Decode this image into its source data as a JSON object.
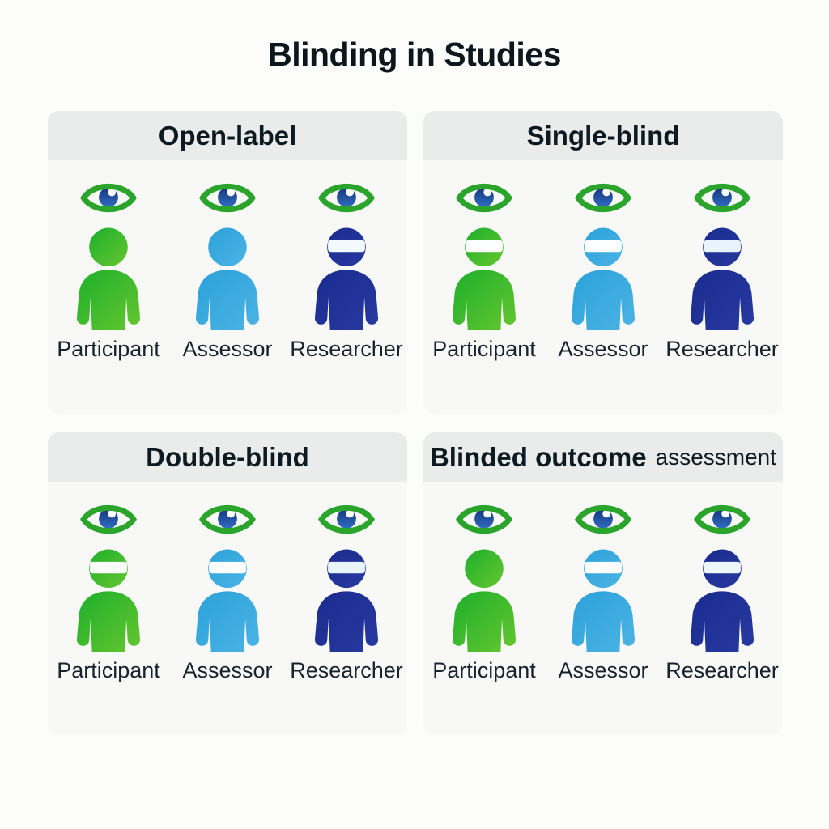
{
  "title": "Blinding in Studies",
  "colors": {
    "page_background": "#fcfcfa",
    "card_background": "#f8f9f7",
    "header_background": "#eaeceb",
    "heading_text": "#0c161d",
    "label_text": "#17232e",
    "participant_green": "#27b22b",
    "assessor_blue": "#35a5dc",
    "researcher_navy": "#1c2e92",
    "eye_outline_green": "#2aa42b",
    "eye_iris_blue": "#2a5cb0",
    "blindfold_white": "#fdfeff"
  },
  "panels": [
    {
      "title": "Open-label",
      "title_suffix": "",
      "figures": [
        {
          "role": "Participant",
          "color": "#27b22b",
          "blindfolded": false,
          "eye": "open"
        },
        {
          "role": "Assessor",
          "color": "#35a5dc",
          "blindfolded": false,
          "eye": "open"
        },
        {
          "role": "Researcher",
          "color": "#1c2e92",
          "blindfolded": true,
          "eye": "open"
        }
      ]
    },
    {
      "title": "Single-blind",
      "title_suffix": "",
      "figures": [
        {
          "role": "Participant",
          "color": "#27b22b",
          "blindfolded": true,
          "eye": "open"
        },
        {
          "role": "Assessor",
          "color": "#35a5dc",
          "blindfolded": true,
          "eye": "open"
        },
        {
          "role": "Researcher",
          "color": "#1c2e92",
          "blindfolded": true,
          "eye": "open"
        }
      ]
    },
    {
      "title": "Double-blind",
      "title_suffix": "",
      "figures": [
        {
          "role": "Participant",
          "color": "#27b22b",
          "blindfolded": true,
          "eye": "open"
        },
        {
          "role": "Assessor",
          "color": "#35a5dc",
          "blindfolded": true,
          "eye": "open"
        },
        {
          "role": "Researcher",
          "color": "#1c2e92",
          "blindfolded": true,
          "eye": "open"
        }
      ]
    },
    {
      "title": "Blinded outcome",
      "title_suffix": "assessment",
      "figures": [
        {
          "role": "Participant",
          "color": "#27b22b",
          "blindfolded": false,
          "eye": "open"
        },
        {
          "role": "Assessor",
          "color": "#35a5dc",
          "blindfolded": true,
          "eye": "open"
        },
        {
          "role": "Researcher",
          "color": "#1c2e92",
          "blindfolded": true,
          "eye": "open"
        }
      ]
    }
  ]
}
